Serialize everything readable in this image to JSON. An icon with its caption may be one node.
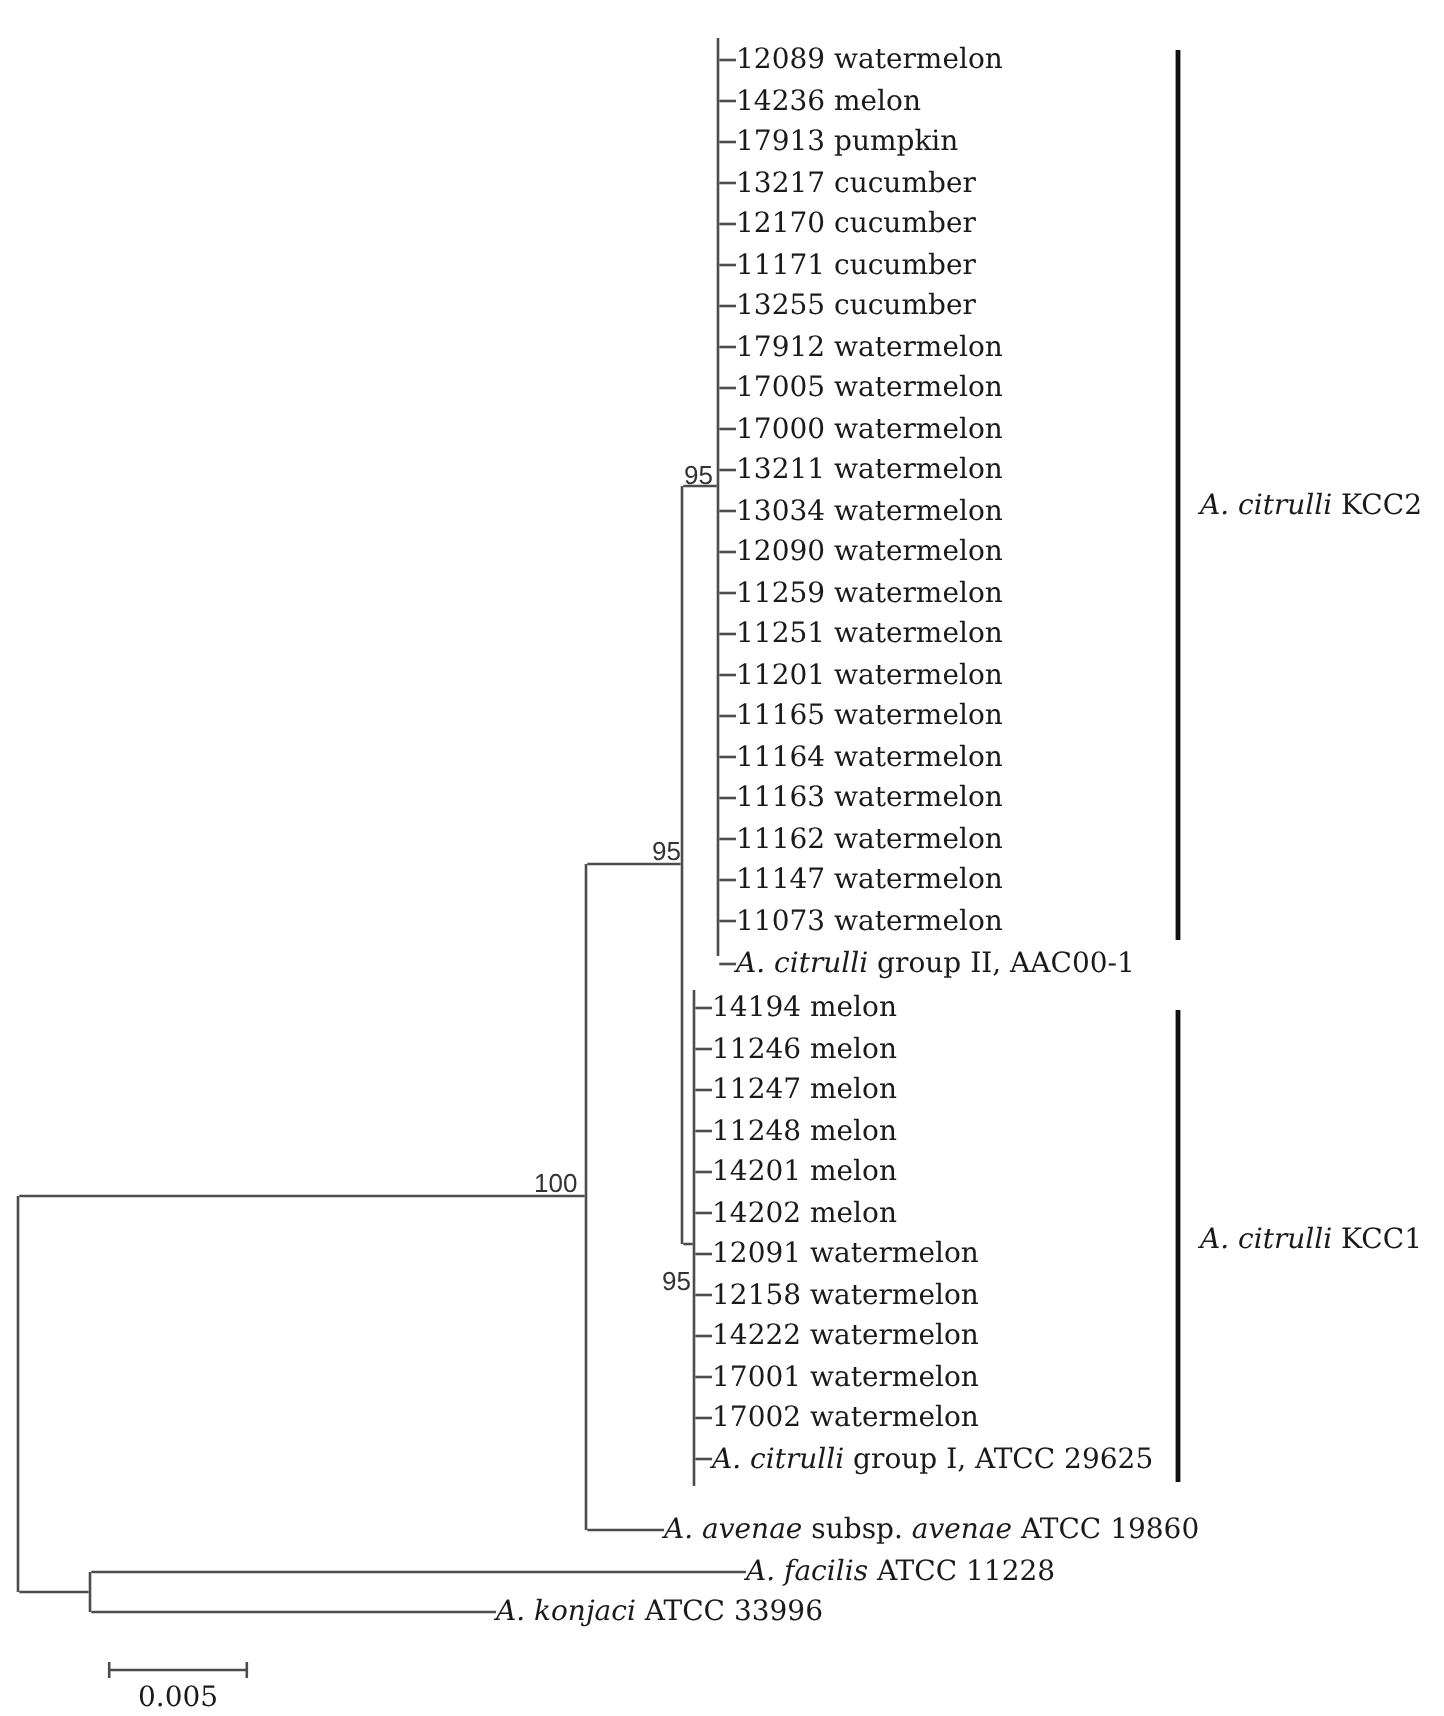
{
  "diagram": {
    "nodes": [
      {
        "text": [
          "12089 watermelon"
        ]
      },
      {
        "text": [
          "14236 melon"
        ]
      },
      {
        "text": [
          "17913 pumpkin"
        ]
      },
      {
        "text": [
          "13217 cucumber"
        ]
      },
      {
        "text": [
          "12170 cucumber"
        ]
      },
      {
        "text": [
          "11171 cucumber"
        ]
      },
      {
        "text": [
          "13255 cucumber"
        ]
      },
      {
        "text": [
          "17912 watermelon"
        ]
      },
      {
        "text": [
          "17005 watermelon"
        ]
      },
      {
        "text": [
          "17000 watermelon"
        ]
      },
      {
        "text": [
          "13211 watermelon"
        ]
      },
      {
        "text": [
          "13034 watermelon"
        ]
      },
      {
        "text": [
          "12090 watermelon"
        ]
      },
      {
        "text": [
          "11259 watermelon"
        ]
      },
      {
        "text": [
          "11251 watermelon"
        ]
      },
      {
        "text": [
          "11201 watermelon"
        ]
      },
      {
        "text": [
          "11165 watermelon"
        ]
      },
      {
        "text": [
          "11164 watermelon"
        ]
      },
      {
        "text": [
          "11163 watermelon"
        ]
      },
      {
        "text": [
          "11162 watermelon"
        ]
      },
      {
        "text": [
          "11147 watermelon"
        ]
      },
      {
        "text": [
          "11073 watermelon"
        ]
      },
      {
        "text": [
          "*A. citrulli* group II, AAC00-1"
        ]
      },
      {
        "text": [
          "14194 melon"
        ]
      },
      {
        "text": [
          "11246 melon"
        ]
      },
      {
        "text": [
          "11247 melon"
        ]
      },
      {
        "text": [
          "11248 melon"
        ]
      },
      {
        "text": [
          "14201 melon"
        ]
      },
      {
        "text": [
          "14202 melon"
        ]
      },
      {
        "text": [
          "12091 watermelon"
        ]
      },
      {
        "text": [
          "12158 watermelon"
        ]
      },
      {
        "text": [
          "14222 watermelon"
        ]
      },
      {
        "text": [
          "17001 watermelon"
        ]
      },
      {
        "text": [
          "17002 watermelon"
        ]
      },
      {
        "text": [
          "*A. citrulli* group I, ATCC 29625"
        ]
      },
      {
        "text": [
          "*A. avenae* subsp. *avenae* ATCC 19860"
        ]
      },
      {
        "text": [
          "*A. facilis* ATCC 11228"
        ]
      },
      {
        "text": [
          "*A. konjaci* ATCC 33996"
        ]
      },
      {
        "text": [],
        "shape": "line",
        "beside": [
          "95"
        ]
      },
      {
        "text": [],
        "shape": "line",
        "beside": [
          "95"
        ]
      },
      {
        "text": [],
        "shape": "line",
        "beside": [
          "95"
        ]
      },
      {
        "text": [],
        "shape": "line",
        "beside": [
          "100"
        ]
      },
      {
        "text": [],
        "shape": "line"
      },
      {
        "text": [],
        "shape": "line"
      }
    ],
    "edges": [
      {
        "from": 42,
        "to": 41,
        "arrow": "none"
      },
      {
        "from": 42,
        "to": 43,
        "arrow": "none"
      },
      {
        "from": 41,
        "to": 39,
        "arrow": "none"
      },
      {
        "from": 41,
        "to": 35,
        "arrow": "none"
      },
      {
        "from": 39,
        "to": 38,
        "arrow": "none"
      },
      {
        "from": 39,
        "to": 40,
        "arrow": "none"
      },
      {
        "from": 38,
        "to": 0,
        "arrow": "none"
      },
      {
        "from": 38,
        "to": 1,
        "arrow": "none"
      },
      {
        "from": 38,
        "to": 2,
        "arrow": "none"
      },
      {
        "from": 38,
        "to": 3,
        "arrow": "none"
      },
      {
        "from": 38,
        "to": 4,
        "arrow": "none"
      },
      {
        "from": 38,
        "to": 5,
        "arrow": "none"
      },
      {
        "from": 38,
        "to": 6,
        "arrow": "none"
      },
      {
        "from": 38,
        "to": 7,
        "arrow": "none"
      },
      {
        "from": 38,
        "to": 8,
        "arrow": "none"
      },
      {
        "from": 38,
        "to": 9,
        "arrow": "none"
      },
      {
        "from": 38,
        "to": 10,
        "arrow": "none"
      },
      {
        "from": 38,
        "to": 11,
        "arrow": "none"
      },
      {
        "from": 38,
        "to": 12,
        "arrow": "none"
      },
      {
        "from": 38,
        "to": 13,
        "arrow": "none"
      },
      {
        "from": 38,
        "to": 14,
        "arrow": "none"
      },
      {
        "from": 38,
        "to": 15,
        "arrow": "none"
      },
      {
        "from": 38,
        "to": 16,
        "arrow": "none"
      },
      {
        "from": 38,
        "to": 17,
        "arrow": "none"
      },
      {
        "from": 38,
        "to": 18,
        "arrow": "none"
      },
      {
        "from": 38,
        "to": 19,
        "arrow": "none"
      },
      {
        "from": 38,
        "to": 20,
        "arrow": "none"
      },
      {
        "from": 38,
        "to": 21,
        "arrow": "none"
      },
      {
        "from": 38,
        "to": 22,
        "arrow": "none"
      },
      {
        "from": 40,
        "to": 23,
        "arrow": "none"
      },
      {
        "from": 40,
        "to": 24,
        "arrow": "none"
      },
      {
        "from": 40,
        "to": 25,
        "arrow": "none"
      },
      {
        "from": 40,
        "to": 26,
        "arrow": "none"
      },
      {
        "from": 40,
        "to": 27,
        "arrow": "none"
      },
      {
        "from": 40,
        "to": 28,
        "arrow": "none"
      },
      {
        "from": 40,
        "to": 29,
        "arrow": "none"
      },
      {
        "from": 40,
        "to": 30,
        "arrow": "none"
      },
      {
        "from": 40,
        "to": 31,
        "arrow": "none"
      },
      {
        "from": 40,
        "to": 32,
        "arrow": "none"
      },
      {
        "from": 40,
        "to": 33,
        "arrow": "none"
      },
      {
        "from": 40,
        "to": 34,
        "arrow": "none"
      },
      {
        "from": 43,
        "to": 36,
        "arrow": "none"
      },
      {
        "from": 43,
        "to": 37,
        "arrow": "none"
      }
    ],
    "labels": [
      "*A. citrulli* KCC2",
      "*A. citrulli* KCC1",
      "0.005"
    ]
  }
}
